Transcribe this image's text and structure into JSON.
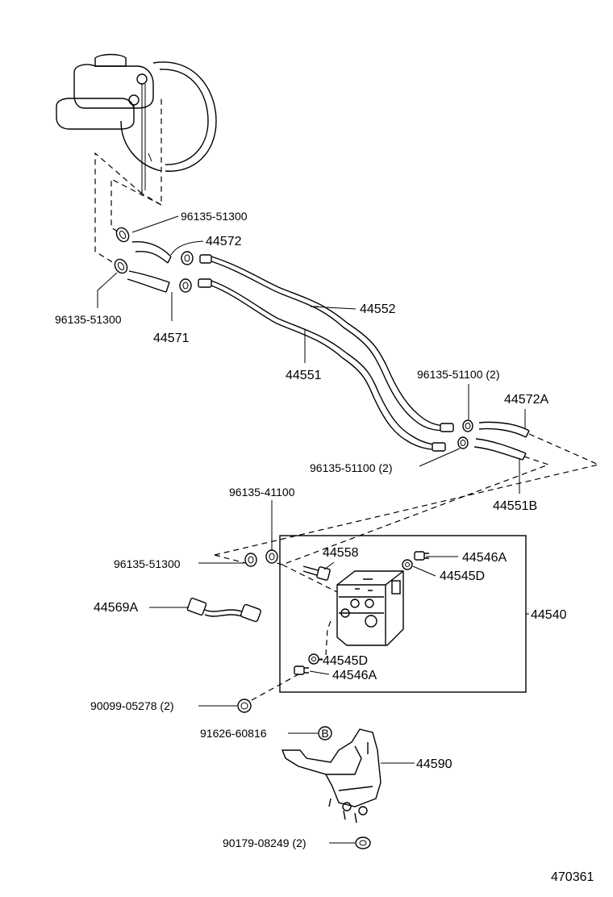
{
  "labels": {
    "clamp_top": "96135-51300",
    "hose_upper": "44572",
    "clamp_left": "96135-51300",
    "hose_lower": "44571",
    "pipe_upper": "44552",
    "pipe_lower": "44551",
    "clamp_right_upper": "96135-51100 (2)",
    "hose_right_upper": "44572A",
    "clamp_right_lower": "96135-51100 (2)",
    "hose_right_lower": "44551B",
    "clamp_41100": "96135-41100",
    "clamp_mid": "96135-51300",
    "sensor_44558": "44558",
    "harness": "44569A",
    "bolt_top": "44546A",
    "seal_top": "44545D",
    "assembly": "44540",
    "seal_bottom": "44545D",
    "bolt_bottom": "44546A",
    "nut_90099": "90099-05278 (2)",
    "bolt_91626": "91626-60816",
    "bracket": "44590",
    "nut_90179": "90179-08249 (2)",
    "drawing_no": "470361"
  },
  "icons": {
    "bolt_marker": "B"
  }
}
